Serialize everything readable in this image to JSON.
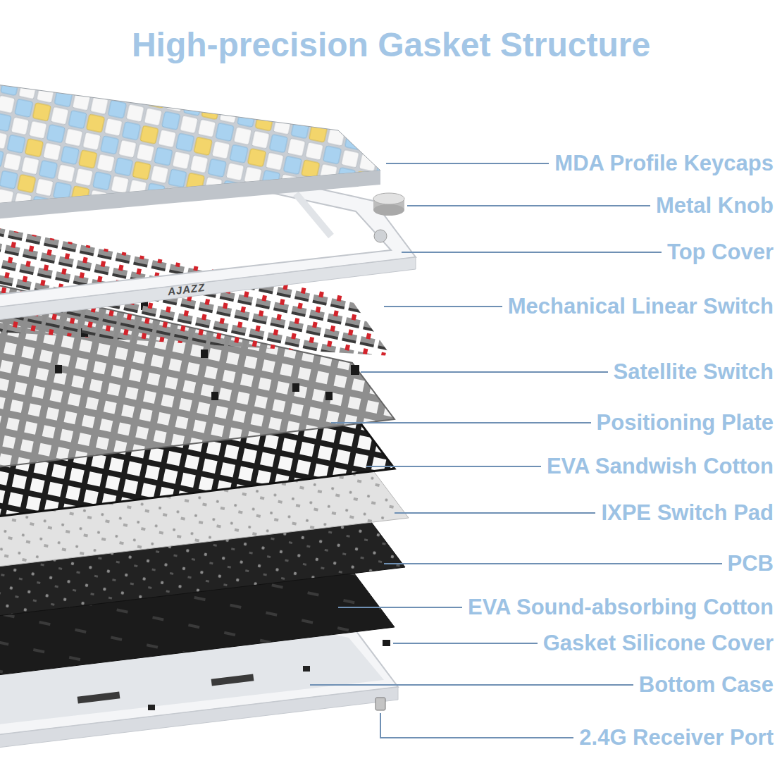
{
  "diagram": {
    "title": "High-precision Gasket Structure",
    "labels": [
      "MDA Profile Keycaps",
      "Metal Knob",
      "Top Cover",
      "Mechanical Linear Switch",
      "Satellite Switch",
      "Positioning Plate",
      "EVA Sandwish Cotton",
      "IXPE Switch Pad",
      "PCB",
      "EVA Sound-absorbing Cotton",
      "Gasket Silicone Cover",
      "Bottom Case",
      "2.4G Receiver Port",
      "AJAZZ"
    ]
  }
}
